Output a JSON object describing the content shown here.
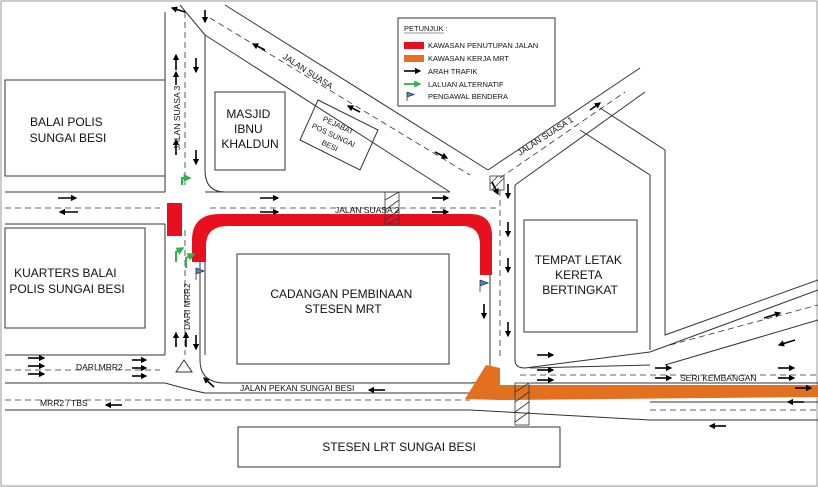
{
  "legend": {
    "title": "PETUNJUK :",
    "items": [
      {
        "label": "KAWASAN PENUTUPAN JALAN",
        "icon": "red-area-swatch",
        "color": "#e8101e"
      },
      {
        "label": "KAWASAN KERJA MRT",
        "icon": "orange-area-swatch",
        "color": "#e2701f"
      },
      {
        "label": "ARAH TRAFIK",
        "icon": "black-arrow-icon",
        "color": "#000000"
      },
      {
        "label": "LALUAN ALTERNATIF",
        "icon": "green-arrow-icon",
        "color": "#2db34a"
      },
      {
        "label": "PENGAWAL BENDERA",
        "icon": "blue-flag-icon",
        "color": "#3b8fd6"
      }
    ]
  },
  "buildings": {
    "balai_polis": [
      "BALAI POLIS",
      "SUNGAI BESI"
    ],
    "masjid": [
      "MASJID",
      "IBNU",
      "KHALDUN"
    ],
    "pejabat_pos": [
      "PEJABAT",
      "POS SUNGAI",
      "BESI"
    ],
    "kuarters": [
      "KUARTERS BALAI",
      "POLIS SUNGAI BESI"
    ],
    "cadangan": [
      "CADANGAN PEMBINAAN",
      "STESEN MRT"
    ],
    "tempat_letak": [
      "TEMPAT LETAK",
      "KERETA",
      "BERTINGKAT"
    ],
    "stesen_lrt": "STESEN LRT SUNGAI BESI"
  },
  "roads": {
    "jalan_suasa": "JALAN SUASA",
    "jalan_suasa_1": "JALAN SUASA 1",
    "jalan_suasa_2": "JALAN SUASA 2",
    "jalan_suasa_3": "JALAN SUASA 3",
    "dari_mrr2_vertical": "DARI MRR2",
    "dari_mrr2_left": "DARI MRR2",
    "jalan_pekan": "JALAN PEKAN SUNGAI BESI",
    "mrr2_tbs": "MRR2 / TBS",
    "seri_kembangan": "SERI KEMBANGAN"
  },
  "colors": {
    "closure": "#e8101e",
    "work_zone": "#e2701f",
    "alternate": "#2db34a",
    "flag": "#3b8fd6"
  }
}
